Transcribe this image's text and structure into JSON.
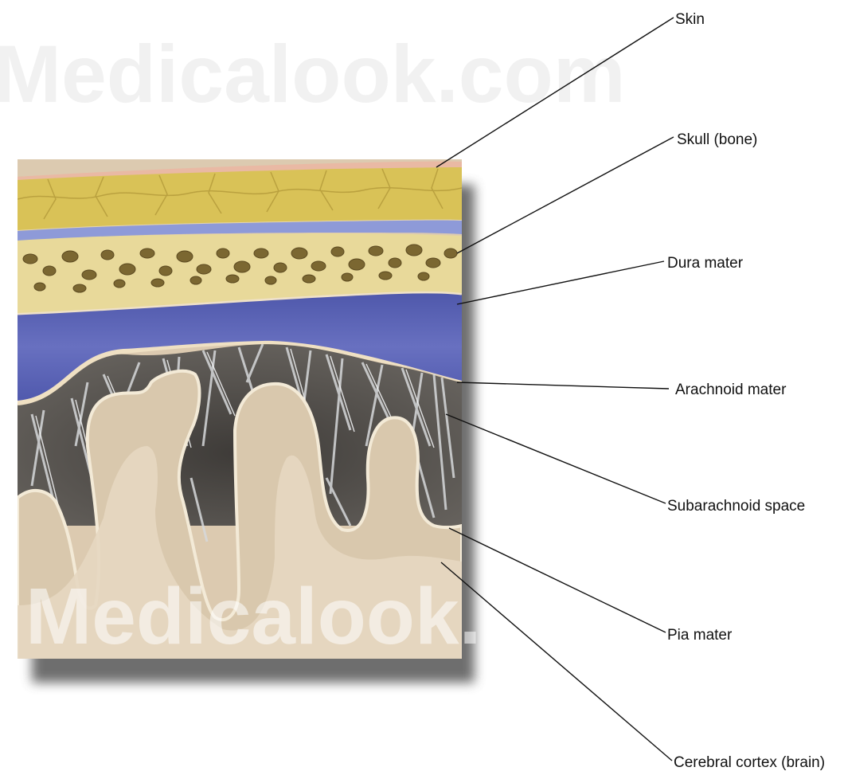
{
  "watermark": {
    "top_text": "Medicalook.com",
    "bottom_text": "Medicalook.com"
  },
  "labels": [
    {
      "id": "skin",
      "text": "Skin"
    },
    {
      "id": "skull",
      "text": "Skull (bone)"
    },
    {
      "id": "dura",
      "text": "Dura mater"
    },
    {
      "id": "arachnoid",
      "text": "Arachnoid mater"
    },
    {
      "id": "subarachnoid",
      "text": "Subarachnoid space"
    },
    {
      "id": "pia",
      "text": "Pia mater"
    },
    {
      "id": "cortex",
      "text": "Cerebral cortex (brain)"
    }
  ],
  "colors": {
    "skin": "#e9b9a4",
    "fat": "#d9c357",
    "periosteum": "#8f9bd6",
    "bone": "#e8db9a",
    "bone_pores": "#6b5a2b",
    "dura": "#5b64b5",
    "membrane": "#efe2c6",
    "subarachnoid": "#55524f",
    "fibers": "#d4d6d8",
    "cortex": "#d9c8ad",
    "cortex_inner": "#e6d8c2"
  }
}
